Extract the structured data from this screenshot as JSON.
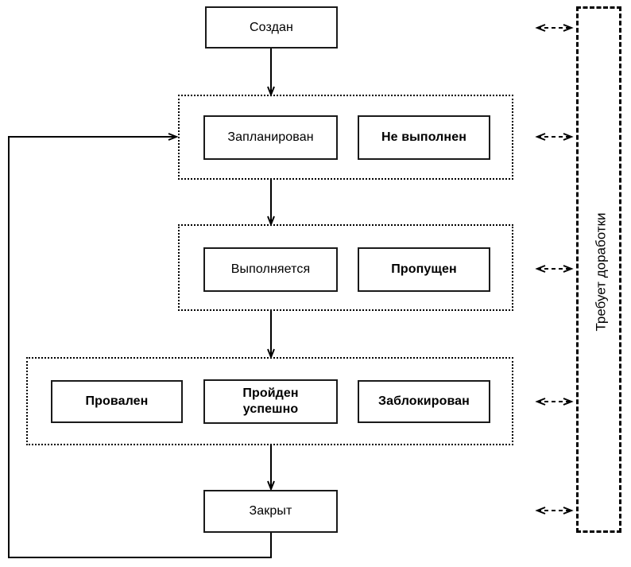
{
  "diagram": {
    "title_hidden": "",
    "colors": {
      "stroke": "#000000",
      "node_border": "#1a1a1a",
      "background": "#ffffff"
    },
    "nodes": {
      "created": {
        "label": "Создан",
        "bold": false
      },
      "planned": {
        "label": "Запланирован",
        "bold": false
      },
      "not_executed": {
        "label": "Не выполнен",
        "bold": true
      },
      "in_progress": {
        "label": "Выполняется",
        "bold": false
      },
      "skipped": {
        "label": "Пропущен",
        "bold": true
      },
      "failed": {
        "label": "Провален",
        "bold": true
      },
      "passed": {
        "label": "Пройден\nуспешно",
        "bold": true
      },
      "blocked": {
        "label": "Заблокирован",
        "bold": true
      },
      "closed": {
        "label": "Закрыт",
        "bold": false
      }
    },
    "groups": [
      {
        "name": "group-planned",
        "members": [
          "Запланирован",
          "Не выполнен"
        ]
      },
      {
        "name": "group-in-progress",
        "members": [
          "Выполняется",
          "Пропущен"
        ]
      },
      {
        "name": "group-results",
        "members": [
          "Провален",
          "Пройден успешно",
          "Заблокирован"
        ]
      }
    ],
    "side_panel": {
      "label": "Требует доработки",
      "orientation": "vertical",
      "connector_count": 5
    },
    "edges": [
      {
        "from": "Создан",
        "to": "group-planned",
        "type": "arrow-down"
      },
      {
        "from": "group-planned",
        "to": "group-in-progress",
        "type": "arrow-down"
      },
      {
        "from": "group-in-progress",
        "to": "group-results",
        "type": "arrow-down"
      },
      {
        "from": "group-results",
        "to": "Закрыт",
        "type": "arrow-down"
      },
      {
        "from": "Закрыт",
        "to": "Запланирован",
        "type": "loop-left"
      },
      {
        "from": "Создан",
        "to": "Требует доработки",
        "type": "bidirectional-dashed"
      },
      {
        "from": "group-planned",
        "to": "Требует доработки",
        "type": "bidirectional-dashed"
      },
      {
        "from": "group-in-progress",
        "to": "Требует доработки",
        "type": "bidirectional-dashed"
      },
      {
        "from": "group-results",
        "to": "Требует доработки",
        "type": "bidirectional-dashed"
      },
      {
        "from": "Закрыт",
        "to": "Требует доработки",
        "type": "bidirectional-dashed"
      }
    ]
  }
}
